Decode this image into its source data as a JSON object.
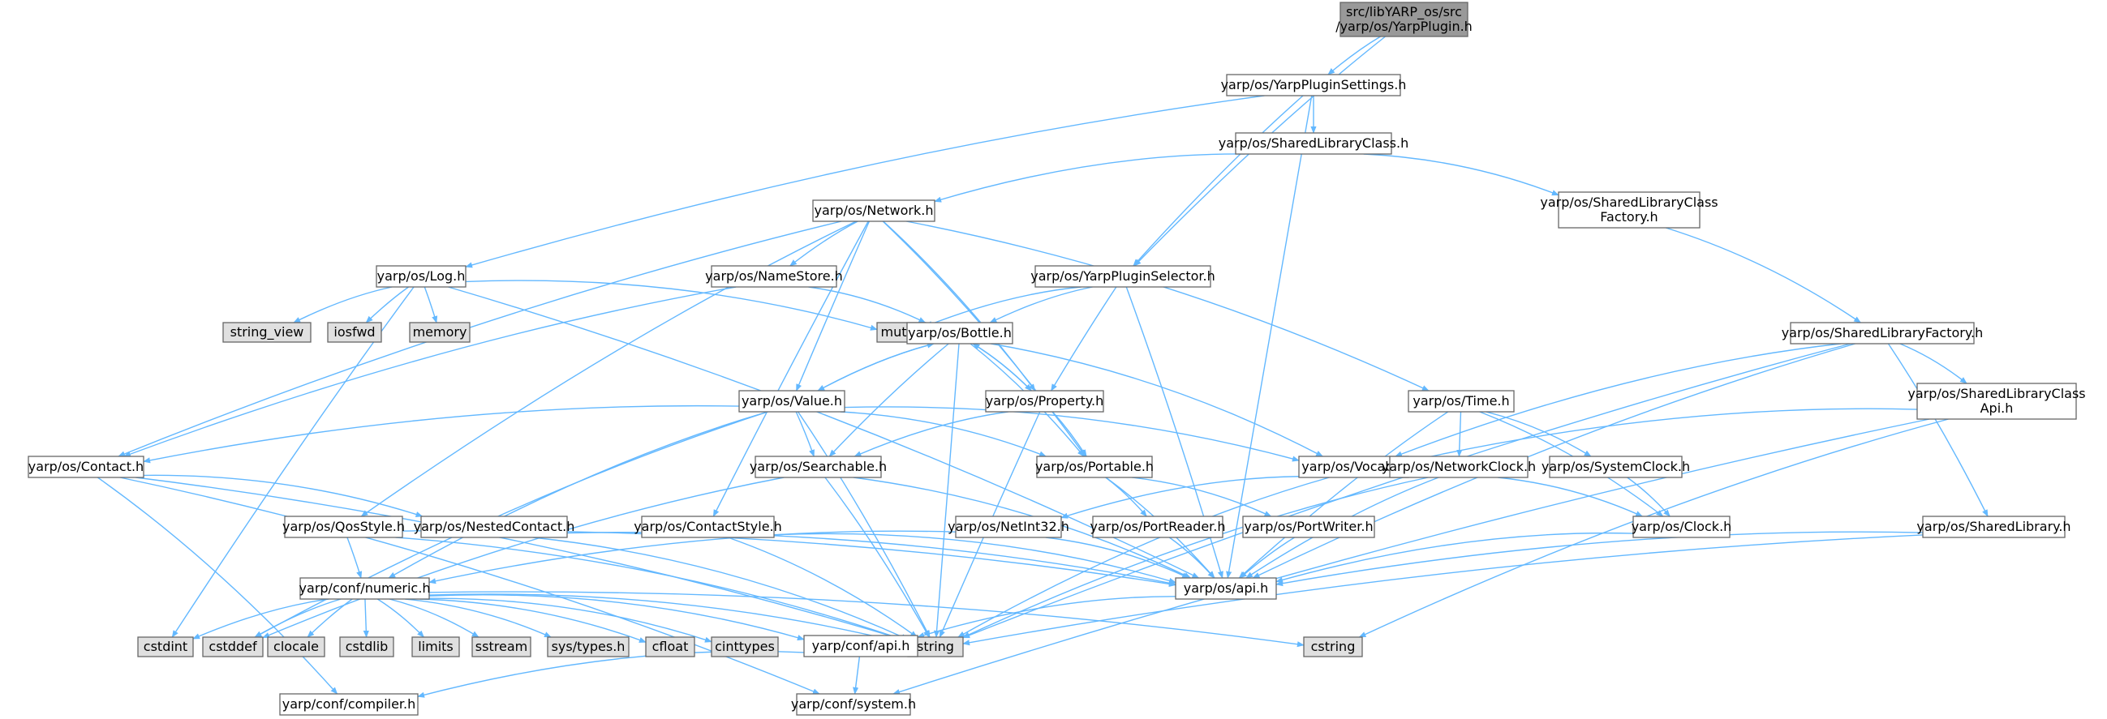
{
  "colors": {
    "edge": "#63b8ff",
    "node_fill": "#ffffff",
    "node_stroke": "#666666",
    "root_fill": "#999999",
    "external_fill": "#e0e0e0"
  },
  "nodes": [
    {
      "id": "root",
      "lines": [
        "src/libYARP_os/src",
        "/yarp/os/YarpPlugin.h"
      ],
      "kind": "root"
    },
    {
      "id": "plugin_settings",
      "lines": [
        "yarp/os/YarpPluginSettings.h"
      ],
      "kind": "file"
    },
    {
      "id": "shlib_class",
      "lines": [
        "yarp/os/SharedLibraryClass.h"
      ],
      "kind": "file"
    },
    {
      "id": "shlib_class_factory",
      "lines": [
        "yarp/os/SharedLibraryClass",
        "Factory.h"
      ],
      "kind": "file"
    },
    {
      "id": "network",
      "lines": [
        "yarp/os/Network.h"
      ],
      "kind": "file"
    },
    {
      "id": "log",
      "lines": [
        "yarp/os/Log.h"
      ],
      "kind": "file"
    },
    {
      "id": "namestore",
      "lines": [
        "yarp/os/NameStore.h"
      ],
      "kind": "file"
    },
    {
      "id": "plugin_selector",
      "lines": [
        "yarp/os/YarpPluginSelector.h"
      ],
      "kind": "file"
    },
    {
      "id": "string_view",
      "lines": [
        "string_view"
      ],
      "kind": "external"
    },
    {
      "id": "iosfwd",
      "lines": [
        "iosfwd"
      ],
      "kind": "external"
    },
    {
      "id": "memory",
      "lines": [
        "memory"
      ],
      "kind": "external"
    },
    {
      "id": "mutex",
      "lines": [
        "mutex"
      ],
      "kind": "external"
    },
    {
      "id": "bottle",
      "lines": [
        "yarp/os/Bottle.h"
      ],
      "kind": "file"
    },
    {
      "id": "shlib_factory",
      "lines": [
        "yarp/os/SharedLibraryFactory.h"
      ],
      "kind": "file"
    },
    {
      "id": "value",
      "lines": [
        "yarp/os/Value.h"
      ],
      "kind": "file"
    },
    {
      "id": "property",
      "lines": [
        "yarp/os/Property.h"
      ],
      "kind": "file"
    },
    {
      "id": "time",
      "lines": [
        "yarp/os/Time.h"
      ],
      "kind": "file"
    },
    {
      "id": "shlib_class_api",
      "lines": [
        "yarp/os/SharedLibraryClass",
        "Api.h"
      ],
      "kind": "file"
    },
    {
      "id": "contact",
      "lines": [
        "yarp/os/Contact.h"
      ],
      "kind": "file"
    },
    {
      "id": "searchable",
      "lines": [
        "yarp/os/Searchable.h"
      ],
      "kind": "file"
    },
    {
      "id": "portable",
      "lines": [
        "yarp/os/Portable.h"
      ],
      "kind": "file"
    },
    {
      "id": "vocab",
      "lines": [
        "yarp/os/Vocab.h"
      ],
      "kind": "file"
    },
    {
      "id": "network_clock",
      "lines": [
        "yarp/os/NetworkClock.h"
      ],
      "kind": "file"
    },
    {
      "id": "system_clock",
      "lines": [
        "yarp/os/SystemClock.h"
      ],
      "kind": "file"
    },
    {
      "id": "qos",
      "lines": [
        "yarp/os/QosStyle.h"
      ],
      "kind": "file"
    },
    {
      "id": "nested_contact",
      "lines": [
        "yarp/os/NestedContact.h"
      ],
      "kind": "file"
    },
    {
      "id": "contact_style",
      "lines": [
        "yarp/os/ContactStyle.h"
      ],
      "kind": "file"
    },
    {
      "id": "netint32",
      "lines": [
        "yarp/os/NetInt32.h"
      ],
      "kind": "file"
    },
    {
      "id": "port_reader",
      "lines": [
        "yarp/os/PortReader.h"
      ],
      "kind": "file"
    },
    {
      "id": "port_writer",
      "lines": [
        "yarp/os/PortWriter.h"
      ],
      "kind": "file"
    },
    {
      "id": "clock",
      "lines": [
        "yarp/os/Clock.h"
      ],
      "kind": "file"
    },
    {
      "id": "shlib",
      "lines": [
        "yarp/os/SharedLibrary.h"
      ],
      "kind": "file"
    },
    {
      "id": "numeric",
      "lines": [
        "yarp/conf/numeric.h"
      ],
      "kind": "file"
    },
    {
      "id": "os_api",
      "lines": [
        "yarp/os/api.h"
      ],
      "kind": "file"
    },
    {
      "id": "cstdint",
      "lines": [
        "cstdint"
      ],
      "kind": "external"
    },
    {
      "id": "cstddef",
      "lines": [
        "cstddef"
      ],
      "kind": "external"
    },
    {
      "id": "clocale",
      "lines": [
        "clocale"
      ],
      "kind": "external"
    },
    {
      "id": "cstdlib",
      "lines": [
        "cstdlib"
      ],
      "kind": "external"
    },
    {
      "id": "limits",
      "lines": [
        "limits"
      ],
      "kind": "external"
    },
    {
      "id": "sstream",
      "lines": [
        "sstream"
      ],
      "kind": "external"
    },
    {
      "id": "systypes",
      "lines": [
        "sys/types.h"
      ],
      "kind": "external"
    },
    {
      "id": "cfloat",
      "lines": [
        "cfloat"
      ],
      "kind": "external"
    },
    {
      "id": "cinttypes",
      "lines": [
        "cinttypes"
      ],
      "kind": "external"
    },
    {
      "id": "string",
      "lines": [
        "string"
      ],
      "kind": "external"
    },
    {
      "id": "conf_api",
      "lines": [
        "yarp/conf/api.h"
      ],
      "kind": "file"
    },
    {
      "id": "cstring",
      "lines": [
        "cstring"
      ],
      "kind": "external"
    },
    {
      "id": "compiler",
      "lines": [
        "yarp/conf/compiler.h"
      ],
      "kind": "file"
    },
    {
      "id": "system",
      "lines": [
        "yarp/conf/system.h"
      ],
      "kind": "file"
    }
  ],
  "edges": [
    [
      "root",
      "plugin_settings"
    ],
    [
      "root",
      "plugin_selector"
    ],
    [
      "plugin_settings",
      "shlib_class"
    ],
    [
      "plugin_settings",
      "log"
    ],
    [
      "plugin_settings",
      "plugin_selector"
    ],
    [
      "plugin_settings",
      "os_api"
    ],
    [
      "shlib_class",
      "network"
    ],
    [
      "shlib_class",
      "shlib_class_factory"
    ],
    [
      "shlib_class_factory",
      "shlib_factory"
    ],
    [
      "network",
      "namestore"
    ],
    [
      "network",
      "contact"
    ],
    [
      "network",
      "value"
    ],
    [
      "network",
      "property"
    ],
    [
      "network",
      "time"
    ],
    [
      "network",
      "qos"
    ],
    [
      "network",
      "contact_style"
    ],
    [
      "network",
      "portable"
    ],
    [
      "log",
      "string_view"
    ],
    [
      "log",
      "iosfwd"
    ],
    [
      "log",
      "memory"
    ],
    [
      "log",
      "mutex"
    ],
    [
      "log",
      "cstdint"
    ],
    [
      "log",
      "os_api"
    ],
    [
      "namestore",
      "bottle"
    ],
    [
      "namestore",
      "contact"
    ],
    [
      "plugin_selector",
      "mutex"
    ],
    [
      "plugin_selector",
      "bottle"
    ],
    [
      "plugin_selector",
      "property"
    ],
    [
      "plugin_selector",
      "os_api"
    ],
    [
      "bottle",
      "value"
    ],
    [
      "bottle",
      "property"
    ],
    [
      "bottle",
      "searchable"
    ],
    [
      "bottle",
      "portable"
    ],
    [
      "bottle",
      "vocab"
    ],
    [
      "bottle",
      "string"
    ],
    [
      "value",
      "bottle"
    ],
    [
      "value",
      "contact"
    ],
    [
      "value",
      "searchable"
    ],
    [
      "value",
      "portable"
    ],
    [
      "value",
      "vocab"
    ],
    [
      "value",
      "numeric"
    ],
    [
      "value",
      "cstddef"
    ],
    [
      "value",
      "string"
    ],
    [
      "property",
      "bottle"
    ],
    [
      "property",
      "searchable"
    ],
    [
      "property",
      "portable"
    ],
    [
      "property",
      "string"
    ],
    [
      "shlib_factory",
      "vocab"
    ],
    [
      "shlib_factory",
      "shlib_class_api"
    ],
    [
      "shlib_factory",
      "shlib"
    ],
    [
      "shlib_factory",
      "os_api"
    ],
    [
      "shlib_factory",
      "string"
    ],
    [
      "time",
      "network_clock"
    ],
    [
      "time",
      "system_clock"
    ],
    [
      "time",
      "clock"
    ],
    [
      "time",
      "os_api"
    ],
    [
      "shlib_class_api",
      "vocab"
    ],
    [
      "shlib_class_api",
      "cstring"
    ],
    [
      "shlib_class_api",
      "system"
    ],
    [
      "contact",
      "nested_contact"
    ],
    [
      "contact",
      "string"
    ],
    [
      "contact",
      "compiler"
    ],
    [
      "contact",
      "system"
    ],
    [
      "searchable",
      "cstddef"
    ],
    [
      "searchable",
      "string"
    ],
    [
      "searchable",
      "os_api"
    ],
    [
      "portable",
      "port_reader"
    ],
    [
      "portable",
      "port_writer"
    ],
    [
      "portable",
      "os_api"
    ],
    [
      "vocab",
      "netint32"
    ],
    [
      "vocab",
      "string"
    ],
    [
      "network_clock",
      "clock"
    ],
    [
      "network_clock",
      "string"
    ],
    [
      "network_clock",
      "os_api"
    ],
    [
      "system_clock",
      "clock"
    ],
    [
      "qos",
      "numeric"
    ],
    [
      "qos",
      "os_api"
    ],
    [
      "qos",
      "string"
    ],
    [
      "nested_contact",
      "os_api"
    ],
    [
      "nested_contact",
      "string"
    ],
    [
      "contact_style",
      "os_api"
    ],
    [
      "contact_style",
      "string"
    ],
    [
      "netint32",
      "numeric"
    ],
    [
      "netint32",
      "os_api"
    ],
    [
      "port_reader",
      "os_api"
    ],
    [
      "port_writer",
      "os_api"
    ],
    [
      "clock",
      "os_api"
    ],
    [
      "shlib",
      "os_api"
    ],
    [
      "shlib",
      "string"
    ],
    [
      "numeric",
      "cstdint"
    ],
    [
      "numeric",
      "cstddef"
    ],
    [
      "numeric",
      "clocale"
    ],
    [
      "numeric",
      "cstdlib"
    ],
    [
      "numeric",
      "limits"
    ],
    [
      "numeric",
      "sstream"
    ],
    [
      "numeric",
      "systypes"
    ],
    [
      "numeric",
      "cfloat"
    ],
    [
      "numeric",
      "cinttypes"
    ],
    [
      "numeric",
      "string"
    ],
    [
      "numeric",
      "conf_api"
    ],
    [
      "numeric",
      "cstring"
    ],
    [
      "os_api",
      "conf_api"
    ],
    [
      "conf_api",
      "compiler"
    ],
    [
      "conf_api",
      "system"
    ]
  ]
}
